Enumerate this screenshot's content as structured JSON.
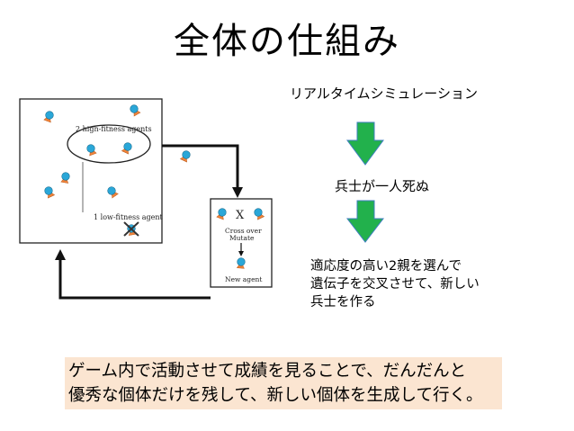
{
  "title": "全体の仕組み",
  "diagram": {
    "population_label_high": "2 high-fitness agents",
    "population_label_low": "1 low-fitness agent",
    "breeding_cross": "Cross over",
    "breeding_mutate": "Mutate",
    "breeding_new": "New agent",
    "x_mark": "X"
  },
  "flow": {
    "step1": "リアルタイムシミュレーション",
    "step2": "兵士が一人死ぬ",
    "step3_lines": [
      "適応度の高い2親を選んで",
      "遺伝子を交叉させて、新しい",
      "兵士を作る"
    ]
  },
  "summary_lines": [
    "ゲーム内で活動させて成績を見ることで、だんだんと",
    "優秀な個体だけを残して、新しい個体を生成して行く。"
  ],
  "colors": {
    "agent": "#2aa7d8",
    "agent_tail": "#f0833a",
    "arrow_green": "#22b14c",
    "summary_bg": "#fbe5d1"
  }
}
